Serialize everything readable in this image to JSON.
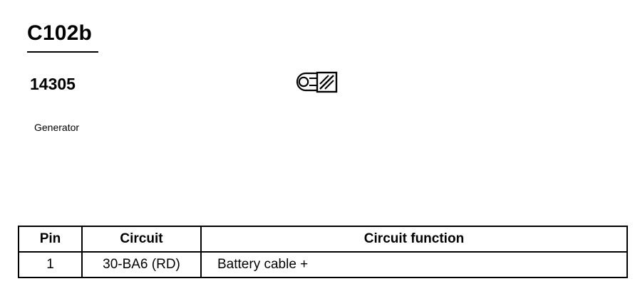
{
  "connector": {
    "id": "C102b",
    "base_part": "14305",
    "component": "Generator",
    "icon": "ring-terminal-icon"
  },
  "table": {
    "headers": {
      "pin": "Pin",
      "circuit": "Circuit",
      "function": "Circuit function"
    },
    "rows": [
      {
        "pin": "1",
        "circuit": "30-BA6 (RD)",
        "function": "Battery cable +"
      }
    ]
  }
}
